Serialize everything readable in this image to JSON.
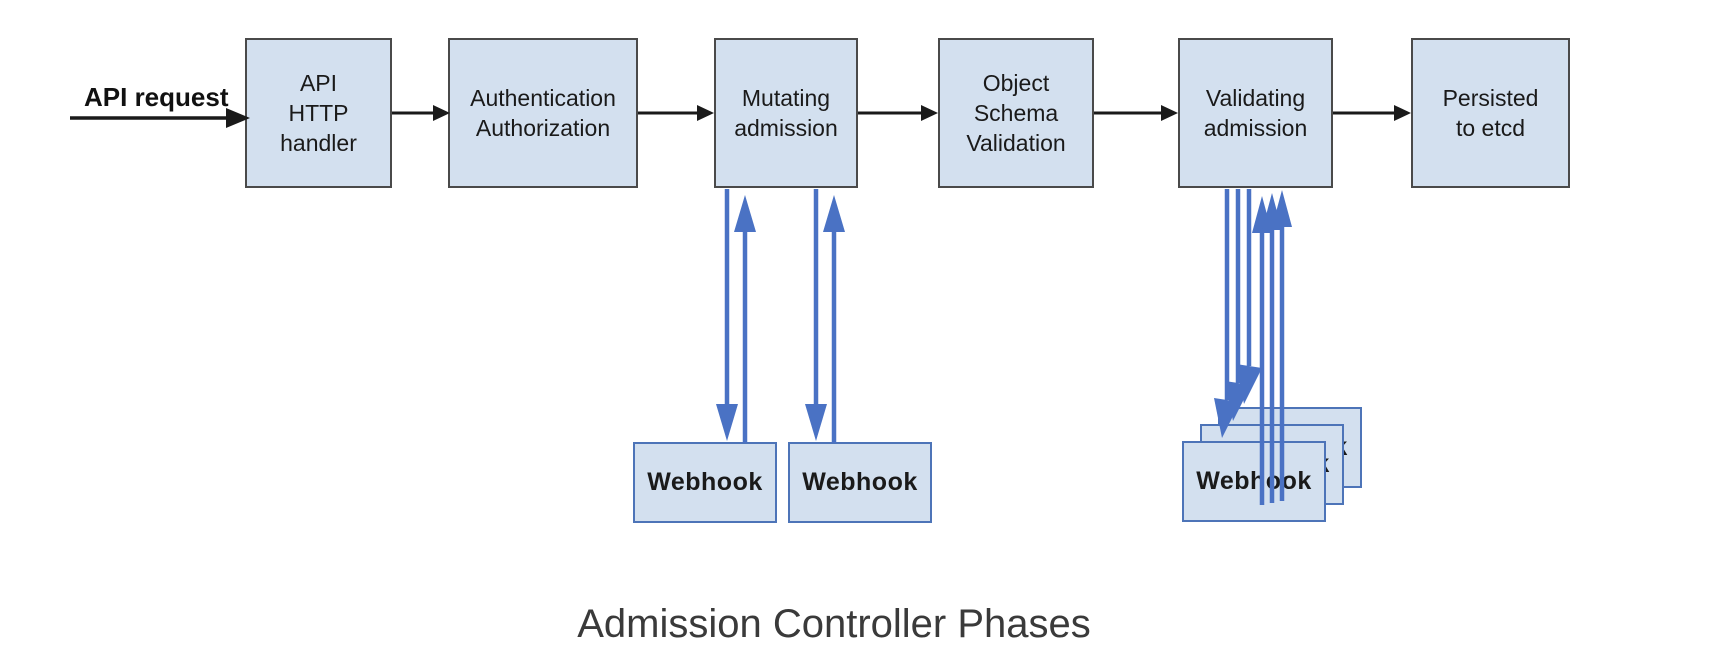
{
  "diagram": {
    "caption": "Admission Controller Phases",
    "request_label": "API request",
    "phases": [
      {
        "id": "api-http-handler",
        "label": "API\nHTTP\nhandler"
      },
      {
        "id": "authentication-authorization",
        "label": "Authentication\nAuthorization"
      },
      {
        "id": "mutating-admission",
        "label": "Mutating\nadmission"
      },
      {
        "id": "object-schema-validation",
        "label": "Object\nSchema\nValidation"
      },
      {
        "id": "validating-admission",
        "label": "Validating\nadmission"
      },
      {
        "id": "persisted-to-etcd",
        "label": "Persisted\nto etcd"
      }
    ],
    "webhooks": {
      "mutating": [
        "Webhook",
        "Webhook"
      ],
      "validating": [
        "Webhook",
        "Webhook",
        "Webhook"
      ]
    },
    "colors": {
      "box_fill": "#d3e0ef",
      "box_border": "#4a4a4a",
      "webhook_border": "#4d74b8",
      "arrow_black": "#1a1a1a",
      "arrow_blue": "#4a72c4",
      "caption_text": "#3a3a3a"
    }
  }
}
